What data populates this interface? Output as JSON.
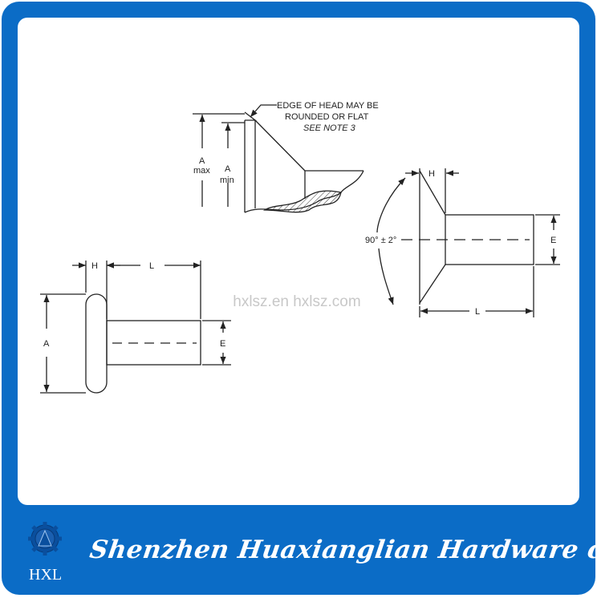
{
  "note": {
    "line1": "EDGE OF HEAD MAY BE",
    "line2": "ROUNDED OR FLAT",
    "line3": "SEE NOTE 3"
  },
  "labels": {
    "a_max_a": "A",
    "a_max": "max",
    "a_min_a": "A",
    "a_min": "min",
    "left_h": "H",
    "left_l": "L",
    "left_a": "A",
    "left_e": "E",
    "right_h": "H",
    "right_e": "E",
    "right_l": "L",
    "angle": "90° ± 2°"
  },
  "watermark": "hxlsz.en hxlsz.com",
  "footer": {
    "company": "Shenzhen Huaxianglian Hardware co., Ltd",
    "logo_text": "HXL"
  },
  "colors": {
    "brand_blue": "#0b6cc6"
  }
}
